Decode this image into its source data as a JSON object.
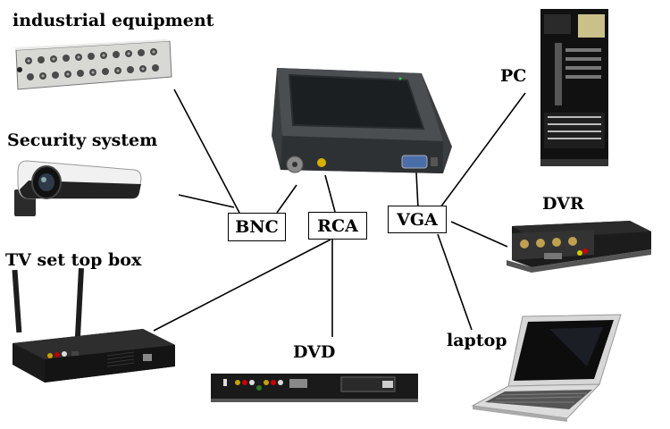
{
  "devices": {
    "industrial": "industrial equipment",
    "security": "Security system",
    "tvbox": "TV set top box",
    "dvd": "DVD",
    "pc": "PC",
    "dvr": "DVR",
    "laptop": "laptop"
  },
  "ports": {
    "bnc": "BNC",
    "rca": "RCA",
    "vga": "VGA"
  }
}
